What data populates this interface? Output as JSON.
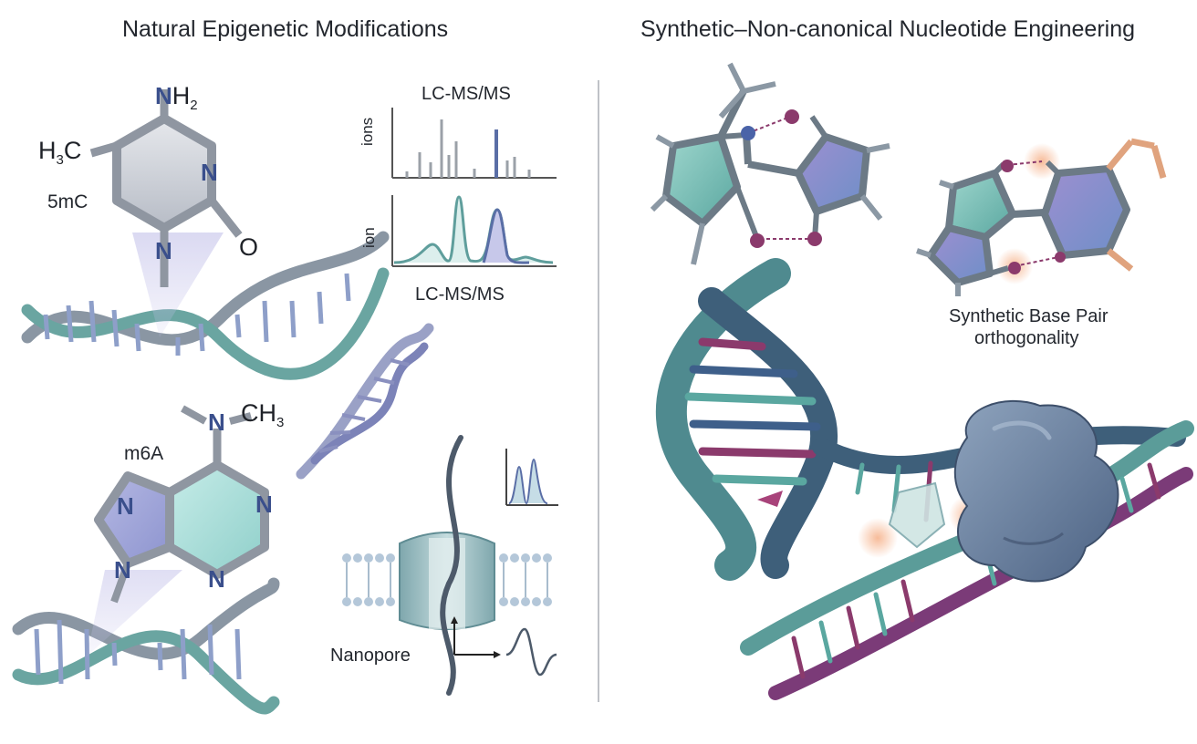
{
  "panels": {
    "left_title": "Natural Epigenetic Modifications",
    "right_title": "Synthetic–Non-canonical Nucleotide Engineering"
  },
  "five_mc": {
    "label": "5mC",
    "amine_N": "N",
    "amine_H": "H",
    "amine_sub": "2",
    "methyl_H": "H",
    "methyl_sub": "3",
    "methyl_C": "C",
    "ring_N1": "N",
    "ring_N2": "N",
    "carbonyl_O": "O"
  },
  "m6a": {
    "label": "m6A",
    "methyl_N": "N",
    "methyl_CH": "CH",
    "methyl_sub": "3",
    "ring_N1": "N",
    "ring_N2": "N",
    "ring_N3": "N",
    "ring_N4": "N"
  },
  "lcms": {
    "title": "LC-MS/MS",
    "top_ylabel": "ions",
    "bottom_ylabel": "ion",
    "bottom_label": "LC-MS/MS"
  },
  "nanopore": {
    "label": "Nanopore"
  },
  "synthetic": {
    "caption_line1": "Synthetic Base Pair",
    "caption_line2": "orthogonality"
  },
  "colors": {
    "teal": "#5f9e9c",
    "navy": "#3b4f82",
    "purple": "#7b3b78",
    "grey": "#a9adb4",
    "peach": "#f2b08c"
  }
}
